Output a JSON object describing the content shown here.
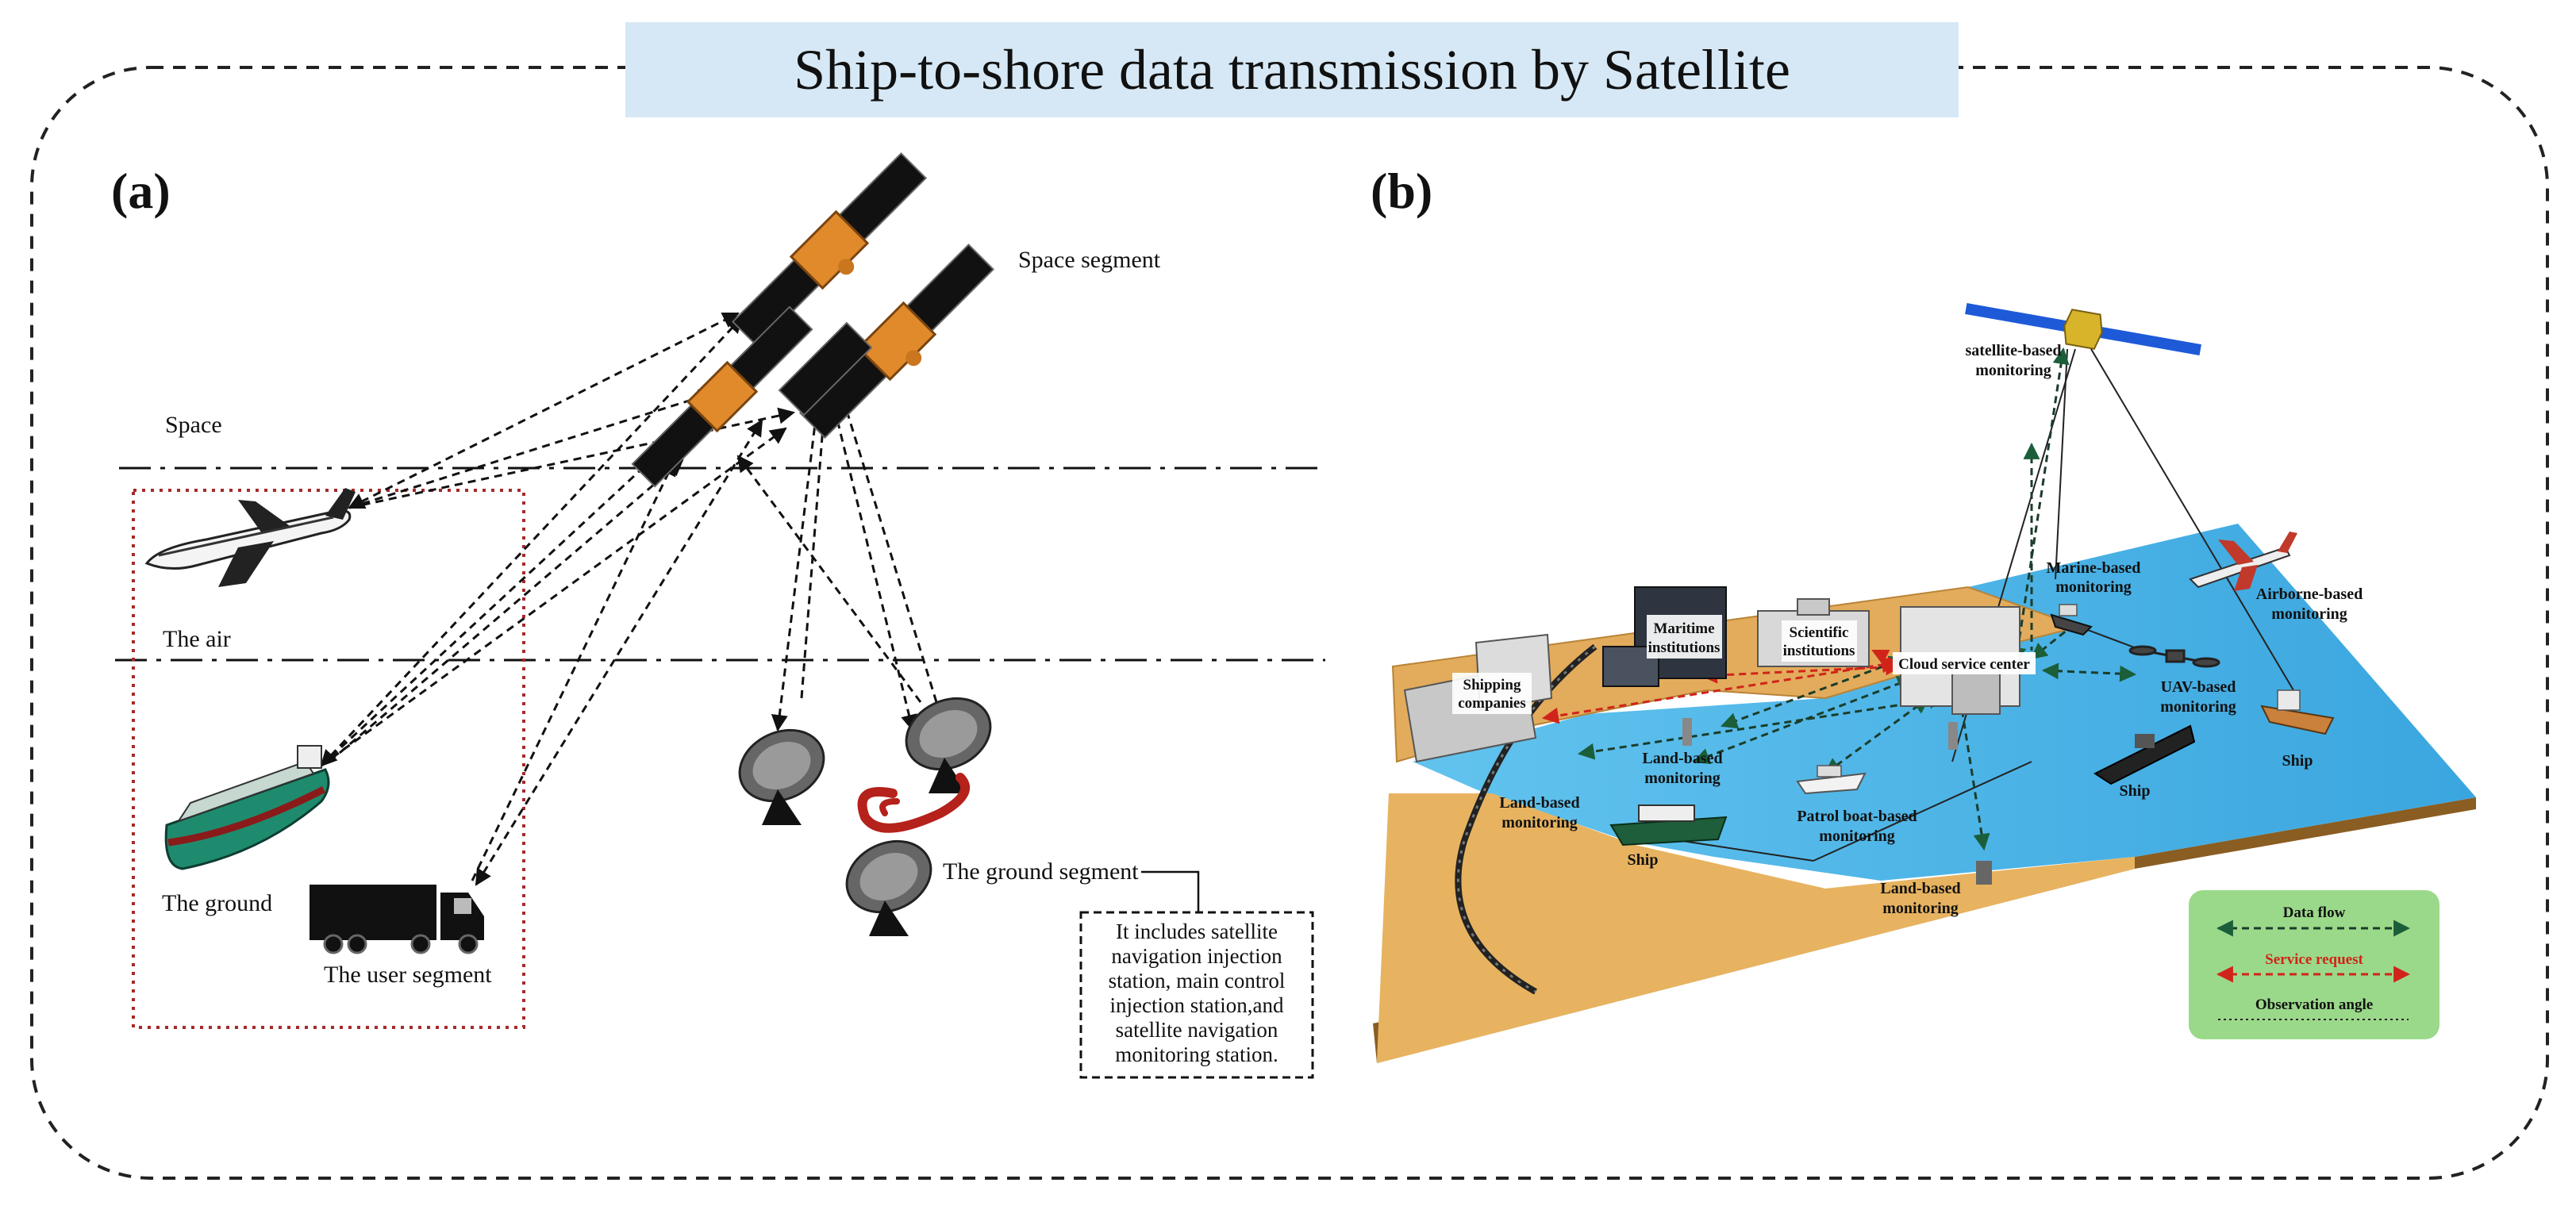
{
  "title": "Ship-to-shore data transmission by Satellite",
  "panel_a": {
    "label": "(a)",
    "space_segment": "Space segment",
    "space": "Space",
    "the_air": "The air",
    "the_ground": "The ground",
    "user_segment": "The user segment",
    "ground_segment": "The ground segment",
    "note_lines": [
      "It includes satellite",
      "navigation injection",
      "station, main control",
      "injection station,and",
      "satellite navigation",
      "monitoring station."
    ]
  },
  "panel_b": {
    "label": "(b)",
    "satellite_monitoring": [
      "satellite-based",
      "monitoring"
    ],
    "marine_monitoring": [
      "Marine-based",
      "monitoring"
    ],
    "airborne_monitoring": [
      "Airborne-based",
      "monitoring"
    ],
    "maritime": [
      "Maritime",
      "institutions"
    ],
    "scientific": [
      "Scientific",
      "institutions"
    ],
    "cloud": "Cloud service center",
    "shipping": [
      "Shipping",
      "companies"
    ],
    "uav_monitoring": [
      "UAV-based",
      "monitoring"
    ],
    "land_monitoring_1": [
      "Land-based",
      "monitoring"
    ],
    "land_monitoring_2": [
      "Land-based",
      "monitoring"
    ],
    "land_monitoring_3": [
      "Land-based",
      "monitoring"
    ],
    "patrol": [
      "Patrol boat-based",
      "monitoring"
    ],
    "ship_1": "Ship",
    "ship_2": "Ship",
    "ship_3": "Ship",
    "legend": {
      "data_flow": "Data flow",
      "service_request": "Service request",
      "observation_angle": "Observation angle"
    }
  },
  "colors": {
    "title_bg": "#d6e8f5",
    "sea": "#56b9e6",
    "land": "#e2ac5c",
    "legend_bg": "#9bd98a",
    "service_red": "#d0241b",
    "dotted_box": "#a52a2a"
  }
}
